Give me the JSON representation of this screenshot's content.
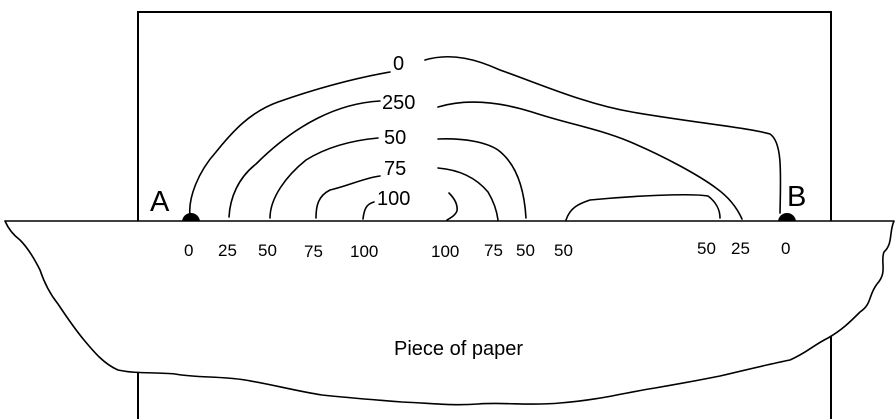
{
  "points": {
    "a_label": "A",
    "b_label": "B"
  },
  "contour_labels": [
    "0",
    "250",
    "50",
    "75",
    "100"
  ],
  "bottom_labels": [
    "0",
    "25",
    "50",
    "75",
    "100",
    "100",
    "75",
    "50",
    "50",
    "50",
    "25",
    "0"
  ],
  "paper_label": "Piece of paper"
}
